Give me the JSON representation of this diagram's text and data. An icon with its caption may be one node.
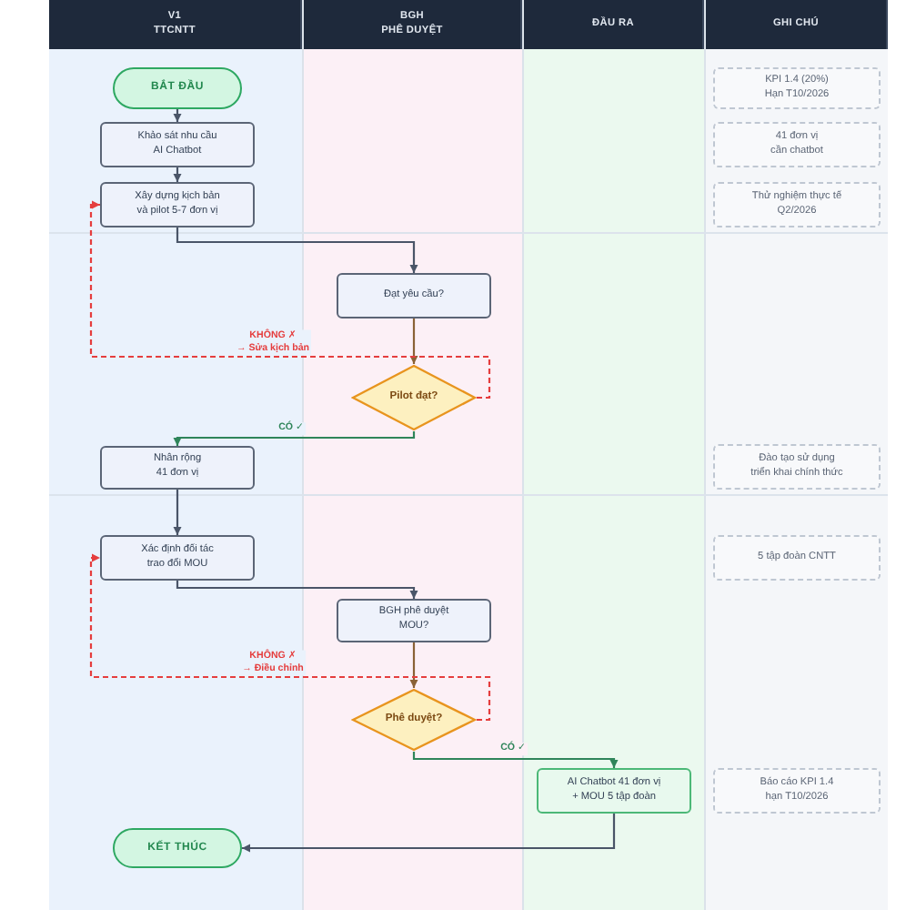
{
  "diagram": {
    "nodes": [
      {
        "text": [
          "V1 TTCNTT"
        ]
      },
      {
        "text": [
          "BGH PHÊ DUYỆT"
        ]
      },
      {
        "text": [
          "ĐẦU RA"
        ]
      },
      {
        "text": [
          "GHI CHÚ"
        ]
      },
      {
        "text": [
          "BẮT ĐẦU"
        ],
        "in": 0
      },
      {
        "text": [
          "Khảo sát nhu cầu AI Chatbot"
        ],
        "in": 0
      },
      {
        "text": [
          "Xây dựng kịch bản và pilot 5-7 đơn vị"
        ],
        "in": 0
      },
      {
        "text": [
          "Đạt yêu cầu?"
        ],
        "in": 1
      },
      {
        "text": [
          "Pilot đạt?"
        ],
        "in": 1
      },
      {
        "text": [
          "Nhân rộng 41 đơn vị"
        ],
        "in": 0
      },
      {
        "text": [
          "Xác định đối tác trao đổi MOU"
        ],
        "in": 0
      },
      {
        "text": [
          "BGH phê duyệt MOU?"
        ],
        "in": 1
      },
      {
        "text": [
          "Phê duyệt?"
        ],
        "in": 1
      },
      {
        "text": [
          "AI Chatbot 41 đơn vị + MOU 5 tập đoàn"
        ],
        "in": 2
      },
      {
        "text": [
          "KẾT THÚC"
        ],
        "in": 0
      },
      {
        "text": [
          "KPI 1.4 (20%) Hạn T10/2026"
        ],
        "in": 3
      },
      {
        "text": [
          "41 đơn vị cần chatbot"
        ],
        "in": 3
      },
      {
        "text": [
          "Thử nghiệm thực tế Q2/2026"
        ],
        "in": 3
      },
      {
        "text": [
          "Đào tạo sử dụng triển khai chính thức"
        ],
        "in": 3
      },
      {
        "text": [
          "5 tập đoàn CNTT"
        ],
        "in": 3
      },
      {
        "text": [
          "Báo cáo KPI 1.4 hạn T10/2026"
        ],
        "in": 3
      }
    ],
    "edges": [
      {
        "from": 4,
        "to": 5,
        "arrow": "to"
      },
      {
        "from": 5,
        "to": 6,
        "arrow": "to"
      },
      {
        "from": 6,
        "to": 7,
        "arrow": "to"
      },
      {
        "from": 7,
        "to": 8,
        "arrow": "to",
        "color": "#8a6236"
      },
      {
        "from": 8,
        "to": 6,
        "arrow": "to",
        "label": "KHÔNG ✗ → Sửa kịch bản",
        "style": "dashed",
        "color": "#e53e3e"
      },
      {
        "from": 8,
        "to": 9,
        "arrow": "to",
        "label": "CÓ ✓",
        "color": "#2f855a"
      },
      {
        "from": 9,
        "to": 10,
        "arrow": "to"
      },
      {
        "from": 10,
        "to": 11,
        "arrow": "to"
      },
      {
        "from": 11,
        "to": 12,
        "arrow": "to",
        "color": "#8a6236"
      },
      {
        "from": 12,
        "to": 10,
        "arrow": "to",
        "label": "KHÔNG ✗ → Điều chỉnh",
        "style": "dashed",
        "color": "#e53e3e"
      },
      {
        "from": 12,
        "to": 13,
        "arrow": "to",
        "label": "CÓ ✓",
        "color": "#2f855a"
      },
      {
        "from": 13,
        "to": 14,
        "arrow": "to"
      }
    ]
  }
}
